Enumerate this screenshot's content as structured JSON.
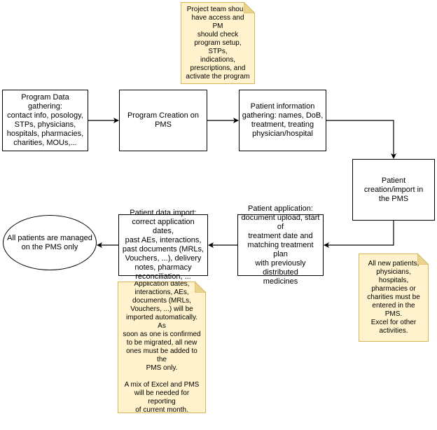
{
  "colors": {
    "note_fill": "#fff2cc",
    "note_border": "#d6b656",
    "box_border": "#000000",
    "background": "#ffffff"
  },
  "nodes": {
    "data_gathering": "Program Data gathering:\ncontact info, posology,\nSTPs, physicians,\nhospitals, pharmacies,\ncharities, MOUs,...",
    "program_creation": "Program Creation on\nPMS",
    "patient_info": "Patient information\ngathering: names, DoB,\ntreatment, treating\nphysician/hospital",
    "patient_creation": "Patient creation/import in\nthe PMS",
    "patient_application": "Patient application:\ndocument upload, start of\ntreatment date and\nmatching treatment plan\nwith previously distributed\nmedicines",
    "patient_data_import": "Patient data import:\ncorrect application dates,\npast AEs, interactions,\npast documents (MRLs,\nVouchers, ...), delivery\nnotes, pharmacy\nreconciliation, ...",
    "all_managed": "All patients are managed\non the PMS only"
  },
  "notes": {
    "project_team": "Project team should\nhave access and PM\nshould check\nprogram setup, STPs,\nindications,\nprescriptions, and\nactivate the program",
    "new_patients": "All new patients,\nphysicians, hospitals,\npharmacies or\ncharities must be\nentered in the PMS.\nExcel for other\nactivities.",
    "import_auto": "Application dates,\ninteractions, AEs,\ndocuments (MRLs,\nVouchers, ...) will be\nimported automatically. As\nsoon as one is confirmed\nto be migrated, all new\nones must be added to the\nPMS only.\n\nA mix of Excel and PMS\nwill be needed for reporting\nof current month."
  }
}
